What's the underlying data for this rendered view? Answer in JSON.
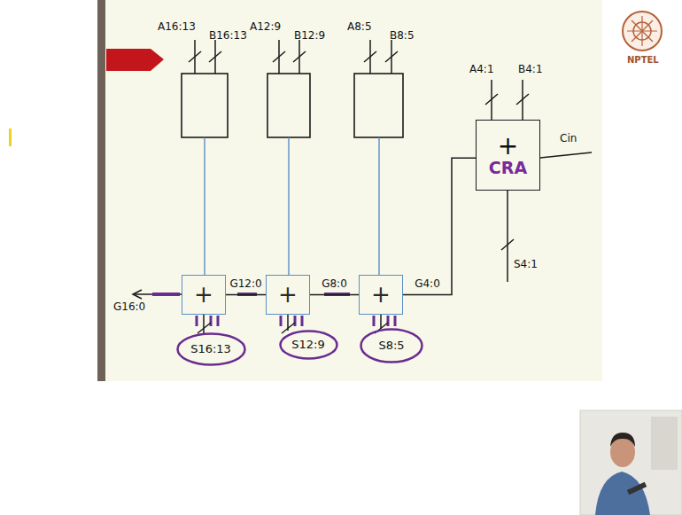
{
  "diagram": {
    "nodes": [
      {
        "text": [
          "+",
          "CRA"
        ]
      },
      {
        "text": [
          "+"
        ]
      },
      {
        "text": [
          "+"
        ]
      },
      {
        "text": [
          "+"
        ]
      },
      {
        "text": [
          "S16:13"
        ]
      },
      {
        "text": [
          "S12:9"
        ]
      },
      {
        "text": [
          "S8:5"
        ]
      }
    ],
    "edges": [
      {
        "from": 3,
        "to": 2,
        "label": "G8:0",
        "arrow": "none"
      },
      {
        "from": 2,
        "to": 1,
        "label": "G12:0",
        "arrow": "none"
      },
      {
        "from": 0,
        "to": 3,
        "label": "G4:0",
        "arrow": "none"
      },
      {
        "from": 1,
        "to": 4,
        "arrow": "none"
      },
      {
        "from": 2,
        "to": 5,
        "arrow": "none"
      },
      {
        "from": 3,
        "to": 6,
        "arrow": "none"
      }
    ],
    "labels": [
      "A16:13",
      "B16:13",
      "A12:9",
      "B12:9",
      "A8:5",
      "B8:5",
      "A4:1",
      "B4:1",
      "Cin",
      "S4:1",
      "G16:0",
      "NPTEL"
    ]
  }
}
